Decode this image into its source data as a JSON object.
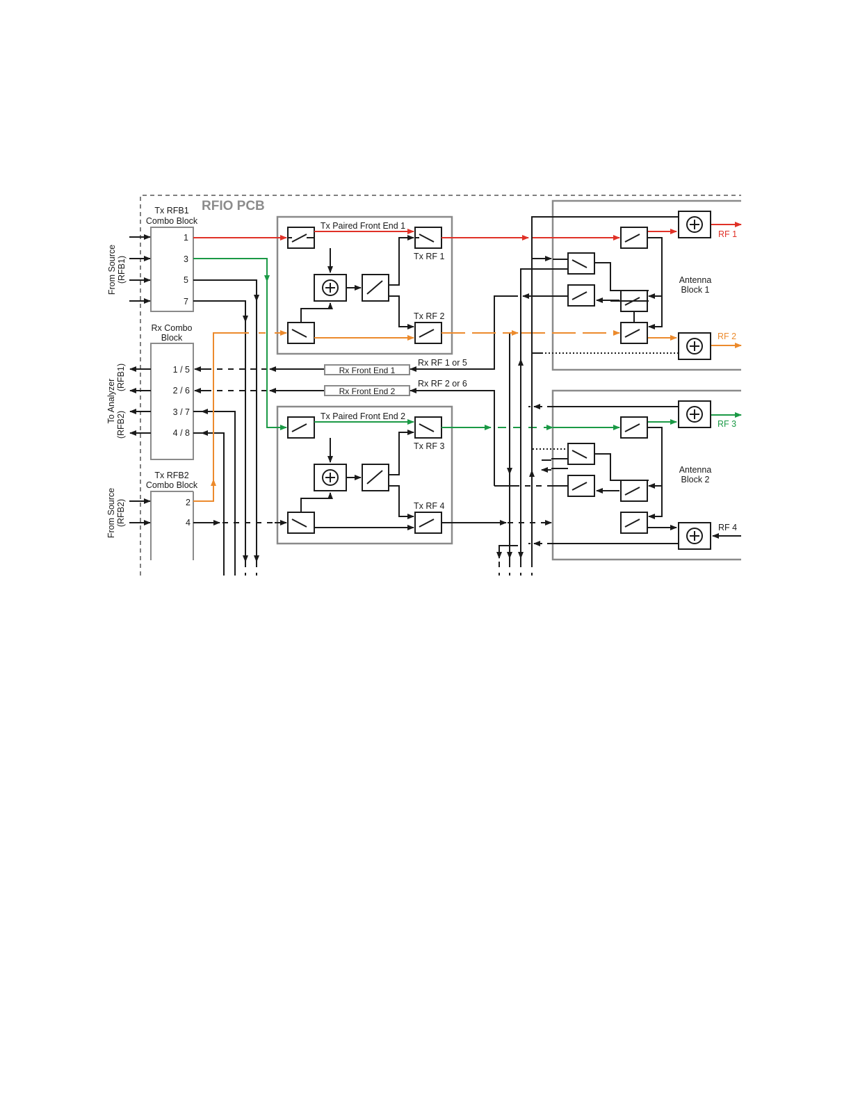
{
  "title": "RFIO PCB",
  "colors": {
    "rf1": "#e03127",
    "rf2": "#ec8a2c",
    "rf3": "#1a9945",
    "wire": "#1a1a1a",
    "group_border": "#8a8a8a"
  },
  "left": {
    "tx_rfb1": {
      "title_line1": "Tx RFB1",
      "title_line2": "Combo Block",
      "ports": [
        "1",
        "3",
        "5",
        "7"
      ]
    },
    "rx_combo": {
      "title_line1": "Rx Combo",
      "title_line2": "Block",
      "ports": [
        "1 / 5",
        "2 / 6",
        "3 / 7",
        "4 / 8"
      ]
    },
    "tx_rfb2": {
      "title_line1": "Tx RFB2",
      "title_line2": "Combo Block",
      "ports": [
        "2",
        "4"
      ]
    },
    "side_labels": {
      "from_source_rfb1": [
        "From Source",
        "(RFB1)"
      ],
      "to_analyzer": [
        "To Analyzer",
        "(RFB1)",
        "(RFB2)"
      ],
      "from_source_rfb2": [
        "From Source",
        "(RFB2)"
      ]
    }
  },
  "front_ends": {
    "fe1": {
      "title": "Tx Paired Front End 1",
      "out_a": "Tx RF 1",
      "out_b": "Tx RF 2"
    },
    "fe2": {
      "title": "Tx Paired Front End 2",
      "out_a": "Tx RF 3",
      "out_b": "Tx RF 4"
    }
  },
  "rx_front_ends": [
    {
      "label": "Rx Front End 1",
      "signal": "Rx RF 1 or 5"
    },
    {
      "label": "Rx Front End 2",
      "signal": "Rx RF 2 or 6"
    }
  ],
  "antenna_blocks": [
    {
      "name_line1": "Antenna",
      "name_line2": "Block 1",
      "outputs": [
        "RF 1",
        "RF 2"
      ]
    },
    {
      "name_line1": "Antenna",
      "name_line2": "Block 2",
      "outputs": [
        "RF 3",
        "RF 4"
      ]
    }
  ],
  "combiner_symbol": "+"
}
